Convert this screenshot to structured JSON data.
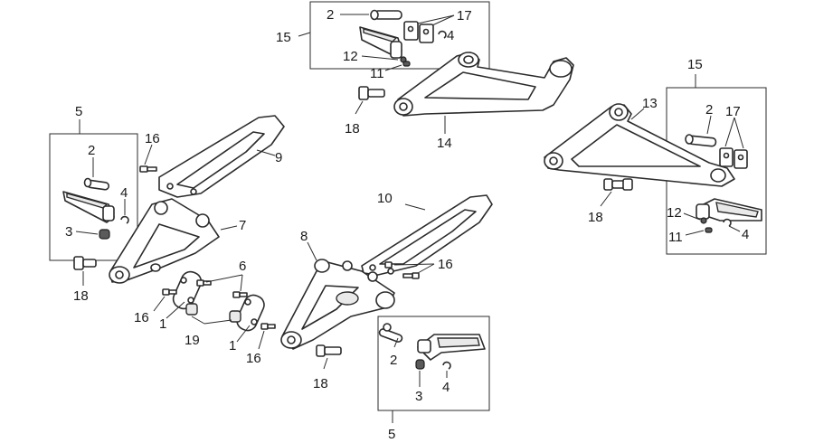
{
  "diagram": {
    "callouts": [
      {
        "id": "c15-top",
        "label": "15"
      },
      {
        "id": "c2-top",
        "label": "2"
      },
      {
        "id": "c17-top",
        "label": "17"
      },
      {
        "id": "c4-top",
        "label": "4"
      },
      {
        "id": "c12-top",
        "label": "12"
      },
      {
        "id": "c11-top",
        "label": "11"
      },
      {
        "id": "c18-top",
        "label": "18"
      },
      {
        "id": "c14",
        "label": "14"
      },
      {
        "id": "c5-left",
        "label": "5"
      },
      {
        "id": "c16-a",
        "label": "16"
      },
      {
        "id": "c9",
        "label": "9"
      },
      {
        "id": "c2-left",
        "label": "2"
      },
      {
        "id": "c4-left",
        "label": "4"
      },
      {
        "id": "c3-left",
        "label": "3"
      },
      {
        "id": "c7",
        "label": "7"
      },
      {
        "id": "c18-left",
        "label": "18"
      },
      {
        "id": "c6",
        "label": "6"
      },
      {
        "id": "c16-b",
        "label": "16"
      },
      {
        "id": "c1-a",
        "label": "1"
      },
      {
        "id": "c19",
        "label": "19"
      },
      {
        "id": "c1-b",
        "label": "1"
      },
      {
        "id": "c16-c",
        "label": "16"
      },
      {
        "id": "c10",
        "label": "10"
      },
      {
        "id": "c8",
        "label": "8"
      },
      {
        "id": "c16-d",
        "label": "16"
      },
      {
        "id": "c2-bottom",
        "label": "2"
      },
      {
        "id": "c4-bottom",
        "label": "4"
      },
      {
        "id": "c3-bottom",
        "label": "3"
      },
      {
        "id": "c18-bottom",
        "label": "18"
      },
      {
        "id": "c5-bottom",
        "label": "5"
      },
      {
        "id": "c15-right",
        "label": "15"
      },
      {
        "id": "c13",
        "label": "13"
      },
      {
        "id": "c2-right",
        "label": "2"
      },
      {
        "id": "c17-right",
        "label": "17"
      },
      {
        "id": "c18-right",
        "label": "18"
      },
      {
        "id": "c12-right",
        "label": "12"
      },
      {
        "id": "c11-right",
        "label": "11"
      },
      {
        "id": "c4-right",
        "label": "4"
      }
    ]
  }
}
